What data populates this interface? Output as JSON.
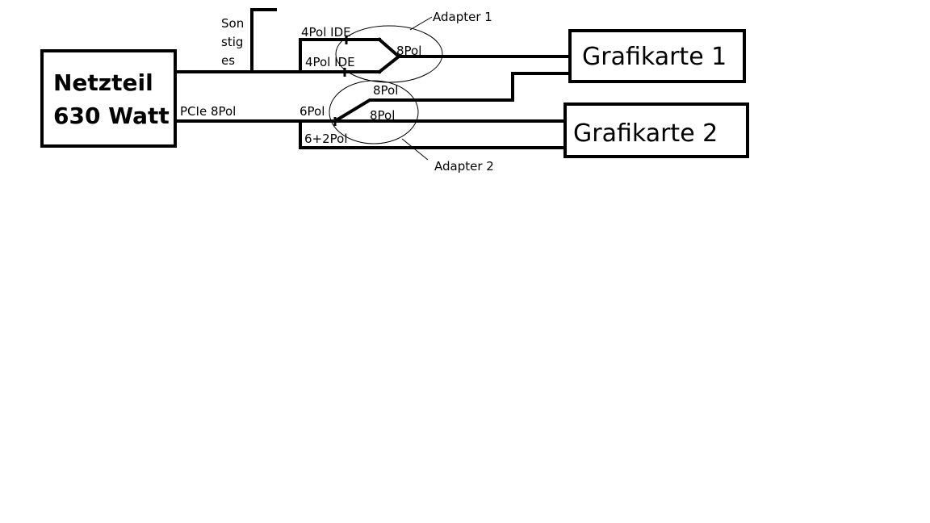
{
  "power_supply": {
    "line1": "Netzteil",
    "line2": "630 Watt"
  },
  "graphics_card_1": "Grafikarte 1",
  "graphics_card_2": "Grafikarte 2",
  "other_label": [
    "Son",
    "stig",
    "es"
  ],
  "labels": {
    "pcie_8pol": "PCIe 8Pol",
    "ide_top": "4Pol IDE",
    "ide_bottom": "4Pol IDE",
    "adapter1_out": "8Pol",
    "adapter1_name": "Adapter 1",
    "adapter2_in": "6Pol",
    "adapter2_out_top": "8Pol",
    "adapter2_out_bottom": "8Pol",
    "six_plus_two": "6+2Pol",
    "adapter2_name": "Adapter 2"
  }
}
